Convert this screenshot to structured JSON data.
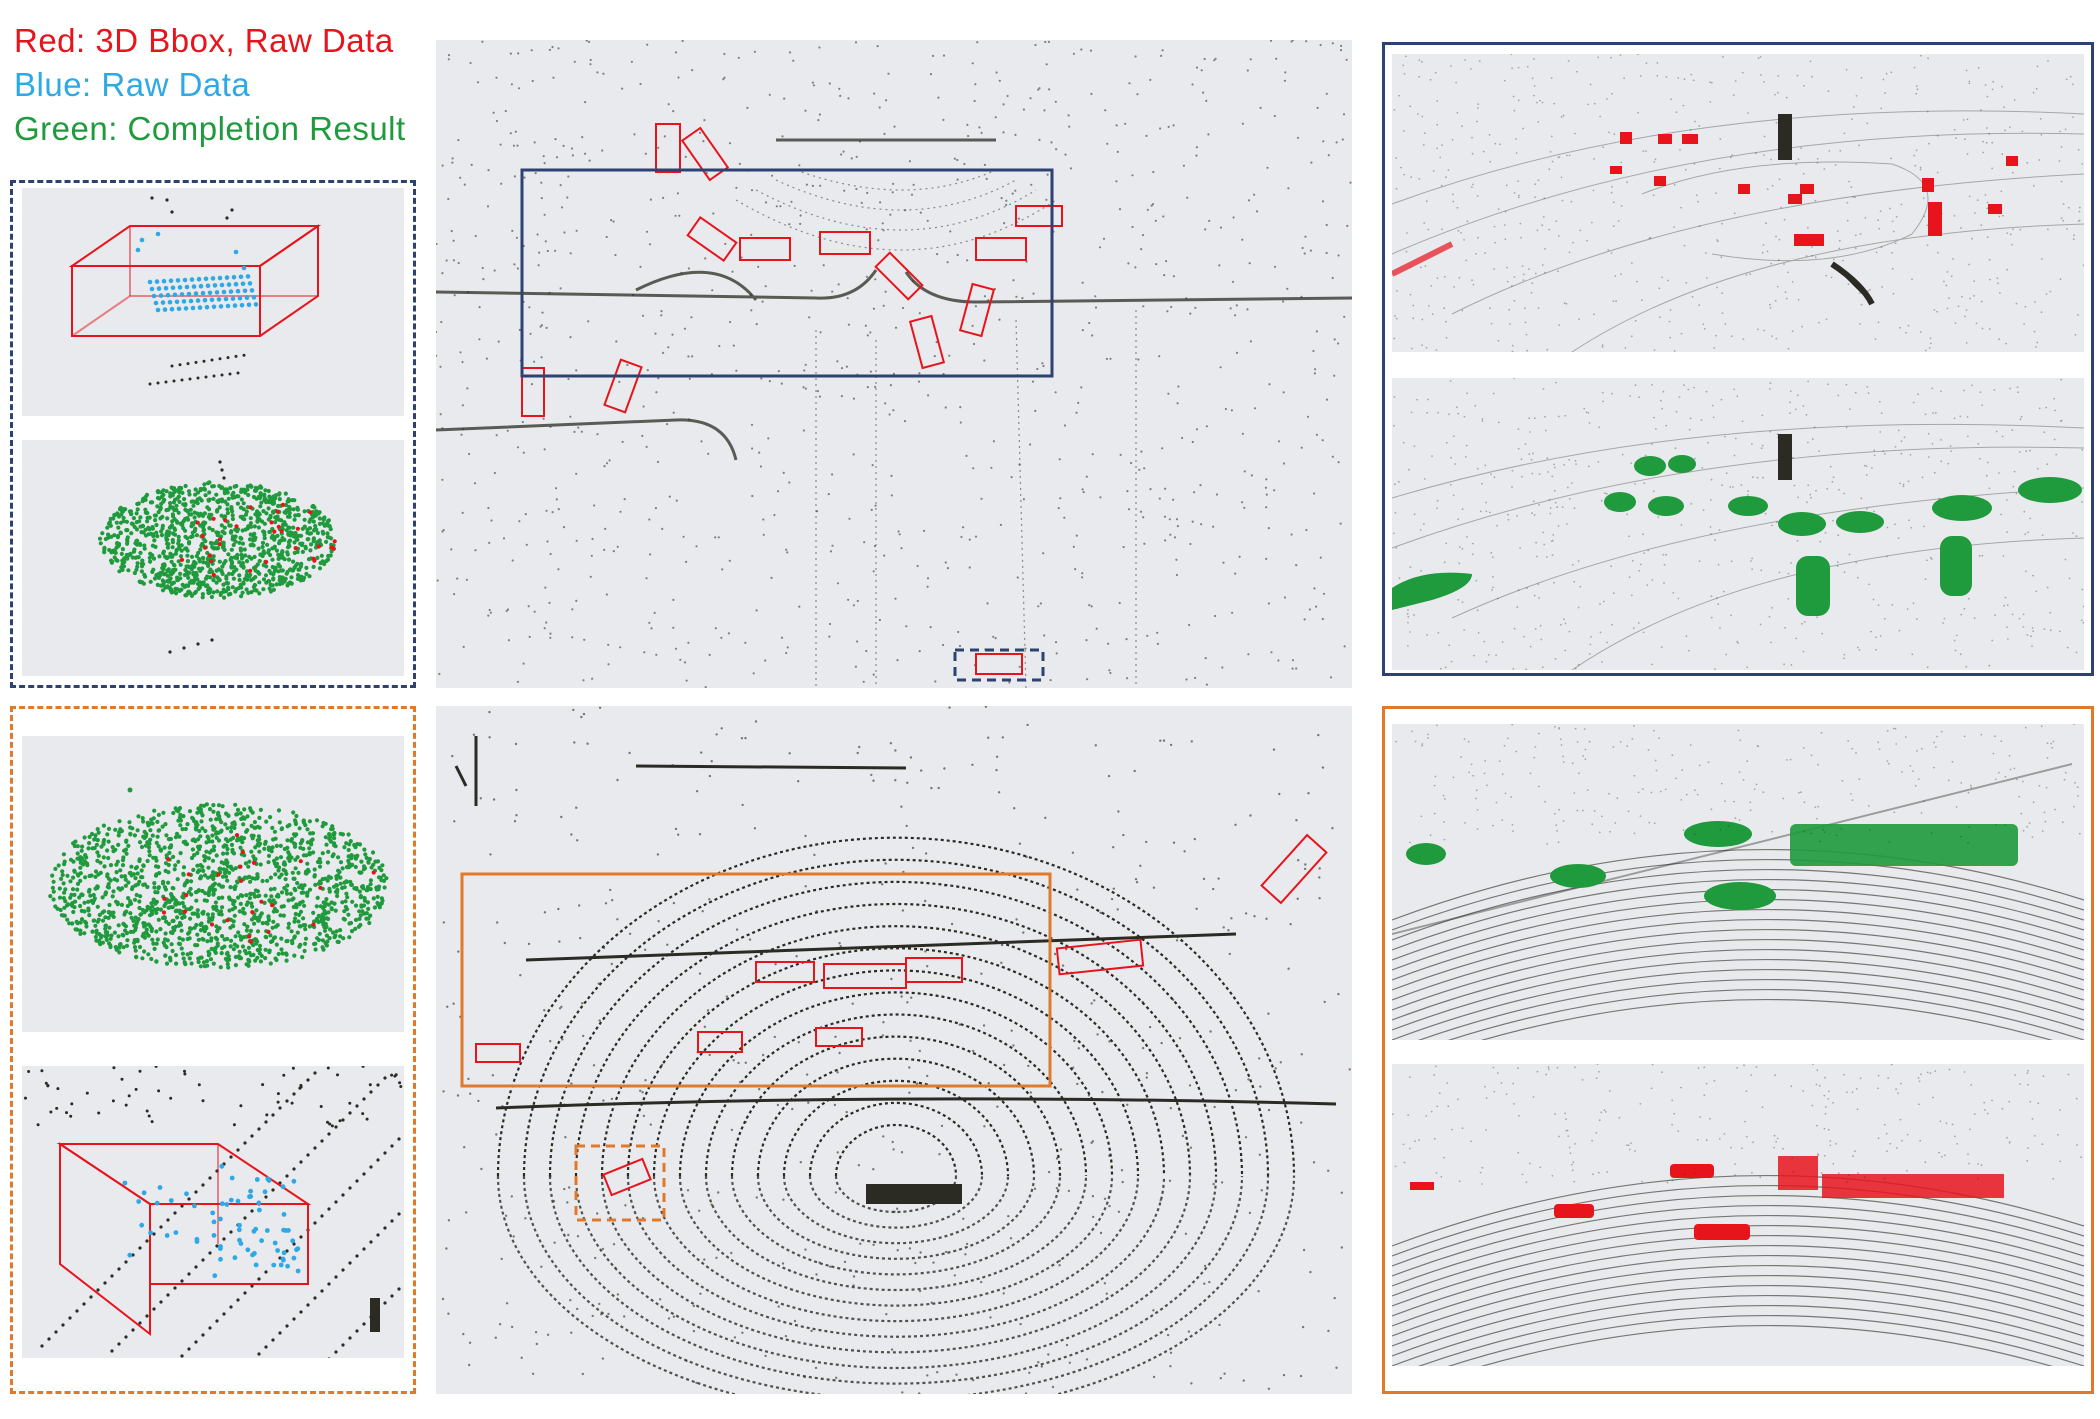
{
  "legend": {
    "red": "Red: 3D Bbox, Raw Data",
    "blue": "Blue: Raw Data",
    "green": "Green: Completion Result"
  },
  "colors": {
    "red": "#e8141c",
    "blue": "#2fa8e6",
    "green": "#1f9a3c",
    "navy": "#2e4272",
    "orange": "#e07a2a",
    "panel_bg": "#e8eaed",
    "points": "#2b2b23"
  }
}
